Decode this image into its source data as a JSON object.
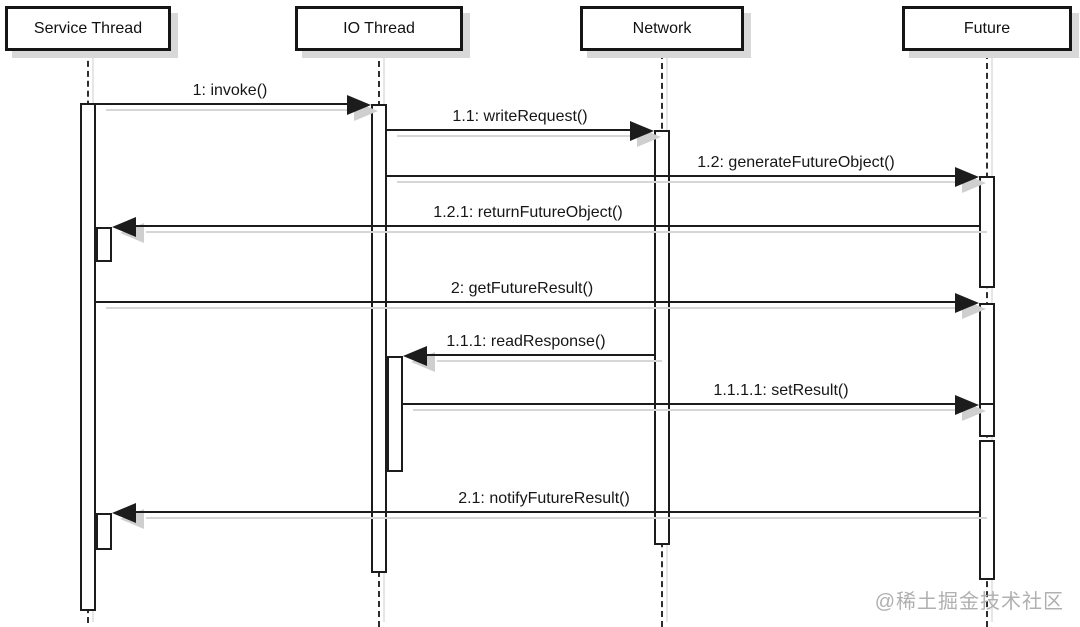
{
  "diagram": {
    "type": "uml-sequence-diagram",
    "lifelines": [
      {
        "id": "service-thread",
        "name": "Service Thread"
      },
      {
        "id": "io-thread",
        "name": "IO Thread"
      },
      {
        "id": "network",
        "name": "Network"
      },
      {
        "id": "future",
        "name": "Future"
      }
    ],
    "messages": [
      {
        "seq": "1",
        "label": "1: invoke()",
        "from": "Service Thread",
        "to": "IO Thread"
      },
      {
        "seq": "1.1",
        "label": "1.1: writeRequest()",
        "from": "IO Thread",
        "to": "Network"
      },
      {
        "seq": "1.2",
        "label": "1.2: generateFutureObject()",
        "from": "IO Thread",
        "to": "Future"
      },
      {
        "seq": "1.2.1",
        "label": "1.2.1: returnFutureObject()",
        "from": "Future",
        "to": "Service Thread"
      },
      {
        "seq": "2",
        "label": "2: getFutureResult()",
        "from": "Service Thread",
        "to": "Future"
      },
      {
        "seq": "1.1.1",
        "label": "1.1.1: readResponse()",
        "from": "Network",
        "to": "IO Thread"
      },
      {
        "seq": "1.1.1.1",
        "label": "1.1.1.1: setResult()",
        "from": "IO Thread",
        "to": "Future"
      },
      {
        "seq": "2.1",
        "label": "2.1: notifyFutureResult()",
        "from": "Future",
        "to": "Service Thread"
      }
    ],
    "watermark": "@稀土掘金技术社区",
    "colors": {
      "line": "#1c1c1c",
      "box_border": "#151515",
      "shadow": "#d8d8d8",
      "background": "#ffffff",
      "watermark": "#b0b0b0"
    }
  }
}
